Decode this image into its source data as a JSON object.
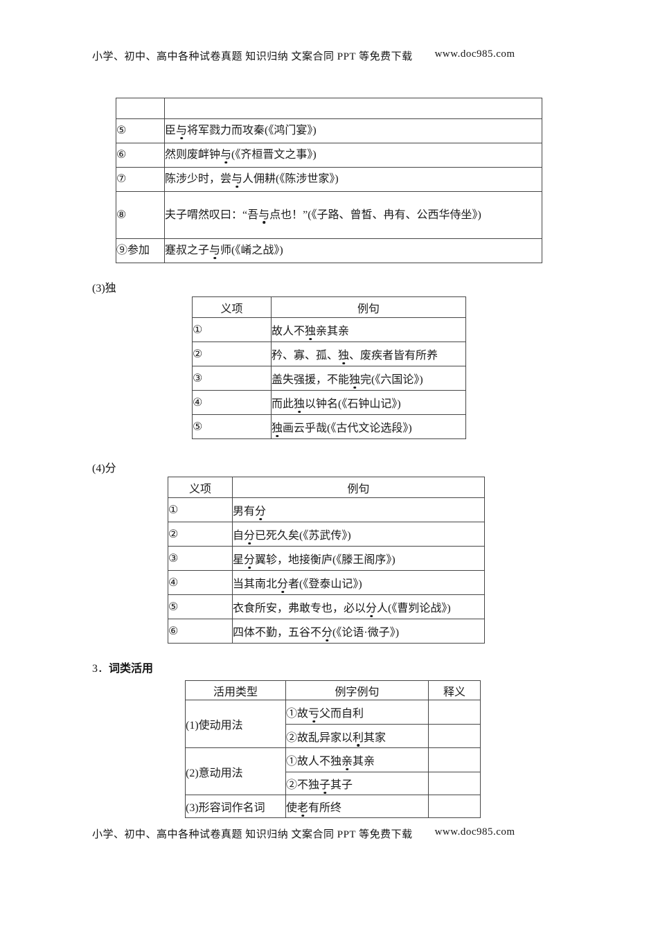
{
  "header": {
    "text": "小学、初中、高中各种试卷真题  知识归纳  文案合同  PPT 等免费下载",
    "url": "www.doc985.com"
  },
  "footer": {
    "text": "小学、初中、高中各种试卷真题  知识归纳  文案合同  PPT 等免费下载",
    "url": "www.doc985.com"
  },
  "t1": {
    "rows": [
      {
        "term": "",
        "ex": {
          "pre": "",
          "em": "",
          "post": ""
        }
      },
      {
        "term": "⑤",
        "ex": {
          "pre": "臣",
          "em": "与",
          "post": "将军戮力而攻秦(《鸿门宴》)"
        }
      },
      {
        "term": "⑥",
        "ex": {
          "pre": "然则废衅钟",
          "em": "与",
          "post": "(《齐桓晋文之事》)"
        }
      },
      {
        "term": "⑦",
        "ex": {
          "pre": "陈涉少时，尝",
          "em": "与",
          "post": "人佣耕(《陈涉世家》)"
        }
      },
      {
        "term": "⑧",
        "ex": {
          "pre": "夫子喟然叹曰：“吾",
          "em": "与",
          "post": "点也！”(《子路、曾皙、冉有、公西华侍坐》)"
        }
      },
      {
        "term": "⑨参加",
        "ex": {
          "pre": "蹇叔之子",
          "em": "与",
          "post": "师(《崤之战》)"
        }
      }
    ]
  },
  "s3": {
    "heading": "(3)独",
    "headers": {
      "col1": "义项",
      "col2": "例句"
    },
    "rows": [
      {
        "num": "①",
        "ex": {
          "pre": "故人不",
          "em": "独",
          "post": "亲其亲"
        }
      },
      {
        "num": "②",
        "ex": {
          "pre": "矜、寡、孤、",
          "em": "独",
          "post": "、废疾者皆有所养"
        }
      },
      {
        "num": "③",
        "ex": {
          "pre": "盖失强援，不能",
          "em": "独",
          "post": "完(《六国论》)"
        }
      },
      {
        "num": "④",
        "ex": {
          "pre": "而此",
          "em": "独",
          "post": "以钟名(《石钟山记》)"
        }
      },
      {
        "num": "⑤",
        "ex": {
          "pre": "",
          "em": "独",
          "post": "画云乎哉(《古代文论选段》)"
        }
      }
    ]
  },
  "s4": {
    "heading": "(4)分",
    "headers": {
      "col1": "义项",
      "col2": "例句"
    },
    "rows": [
      {
        "num": "①",
        "ex": {
          "pre": "男有",
          "em": "分",
          "post": ""
        }
      },
      {
        "num": "②",
        "ex": {
          "pre": "自",
          "em": "分",
          "post": "已死久矣(《苏武传》)"
        }
      },
      {
        "num": "③",
        "ex": {
          "pre": "星",
          "em": "分",
          "post": "翼轸，地接衡庐(《滕王阁序》)"
        }
      },
      {
        "num": "④",
        "ex": {
          "pre": "当其南北",
          "em": "分",
          "post": "者(《登泰山记》)"
        }
      },
      {
        "num": "⑤",
        "ex": {
          "pre": "衣食所安，弗敢专也，必以",
          "em": "分",
          "post": "人(《曹刿论战》)"
        }
      },
      {
        "num": "⑥",
        "ex": {
          "pre": "四体不勤，五谷不",
          "em": "分",
          "post": "(《论语·微子》)"
        }
      }
    ]
  },
  "wc": {
    "heading": {
      "num": "3．",
      "text": "词类活用"
    },
    "headers": {
      "col1": "活用类型",
      "col2": "例字例句",
      "col3": "释义"
    },
    "groups": [
      {
        "type": "(1)使动用法",
        "examples": [
          {
            "pre": "①故",
            "em": "亏",
            "post": "父而自利"
          },
          {
            "pre": "②故乱异家以",
            "em": "利",
            "post": "其家"
          }
        ]
      },
      {
        "type": "(2)意动用法",
        "examples": [
          {
            "pre": "①故人不独",
            "em": "亲",
            "post": "其亲"
          },
          {
            "pre": "②不独",
            "em": "子",
            "post": "其子"
          }
        ]
      },
      {
        "type": "(3)形容词作名词",
        "examples": [
          {
            "pre": "使",
            "em": "老",
            "post": "有所终"
          }
        ]
      }
    ]
  }
}
